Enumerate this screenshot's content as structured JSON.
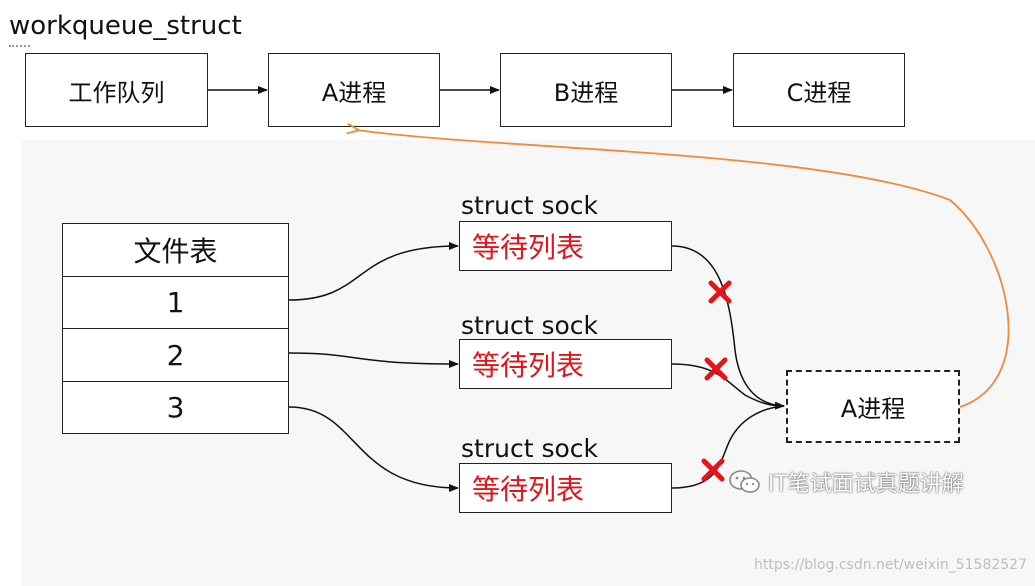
{
  "title": "workqueue_struct",
  "workqueue": {
    "boxes": [
      "工作队列",
      "A进程",
      "B进程",
      "C进程"
    ]
  },
  "file_table": {
    "header": "文件表",
    "rows": [
      "1",
      "2",
      "3"
    ]
  },
  "socks": [
    {
      "label": "struct sock",
      "wait_list": "等待列表"
    },
    {
      "label": "struct sock",
      "wait_list": "等待列表"
    },
    {
      "label": "struct sock",
      "wait_list": "等待列表"
    }
  ],
  "blocked_process": "A进程",
  "watermark": "IT笔试面试真题讲解",
  "csdn_url": "https://blog.csdn.net/weixin_51582527",
  "colors": {
    "wait_list_text": "#e5141a",
    "cross_mark": "#e5141a",
    "return_arrow": "#f08a3c",
    "panel_bg": "#f7f7f7"
  },
  "icons": [
    "arrow-right-icon",
    "cross-icon",
    "wechat-icon"
  ]
}
